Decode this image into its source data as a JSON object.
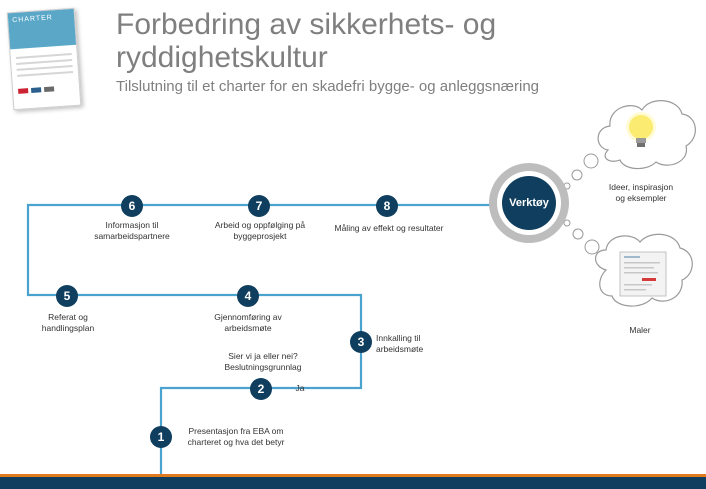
{
  "header": {
    "title": "Forbedring av sikkerhets- og ryddighetskultur",
    "subtitle": "Tilslutning til et charter for en skadefri bygge- og anleggsnæring",
    "thumbnail_heading": "CHARTER"
  },
  "steps": [
    {
      "number": "1",
      "label": "Presentasjon fra EBA om charteret og hva det betyr"
    },
    {
      "number": "2",
      "label": "Sier vi ja eller nei? Beslutningsgrunnlag"
    },
    {
      "number": "3",
      "label": "Innkalling til arbeidsmøte"
    },
    {
      "number": "4",
      "label": "Gjennomføring av arbeidsmøte"
    },
    {
      "number": "5",
      "label": "Referat og handlingsplan"
    },
    {
      "number": "6",
      "label": "Informasjon til samarbeidspartnere"
    },
    {
      "number": "7",
      "label": "Arbeid og oppfølging på byggeprosjekt"
    },
    {
      "number": "8",
      "label": "Måling av effekt og resultater"
    }
  ],
  "edge_label_ja": "Ja",
  "tools": {
    "label": "Verktøy",
    "ideas": "Ideer, inspirasjon og eksempler",
    "templates": "Maler"
  },
  "colors": {
    "node": "#0f3e5e",
    "line": "#4aa3cf",
    "title": "#7f7f7f",
    "ring": "#bdbdbd",
    "footer": "#0f3e5e",
    "footer_stripe": "#e07a1f"
  }
}
